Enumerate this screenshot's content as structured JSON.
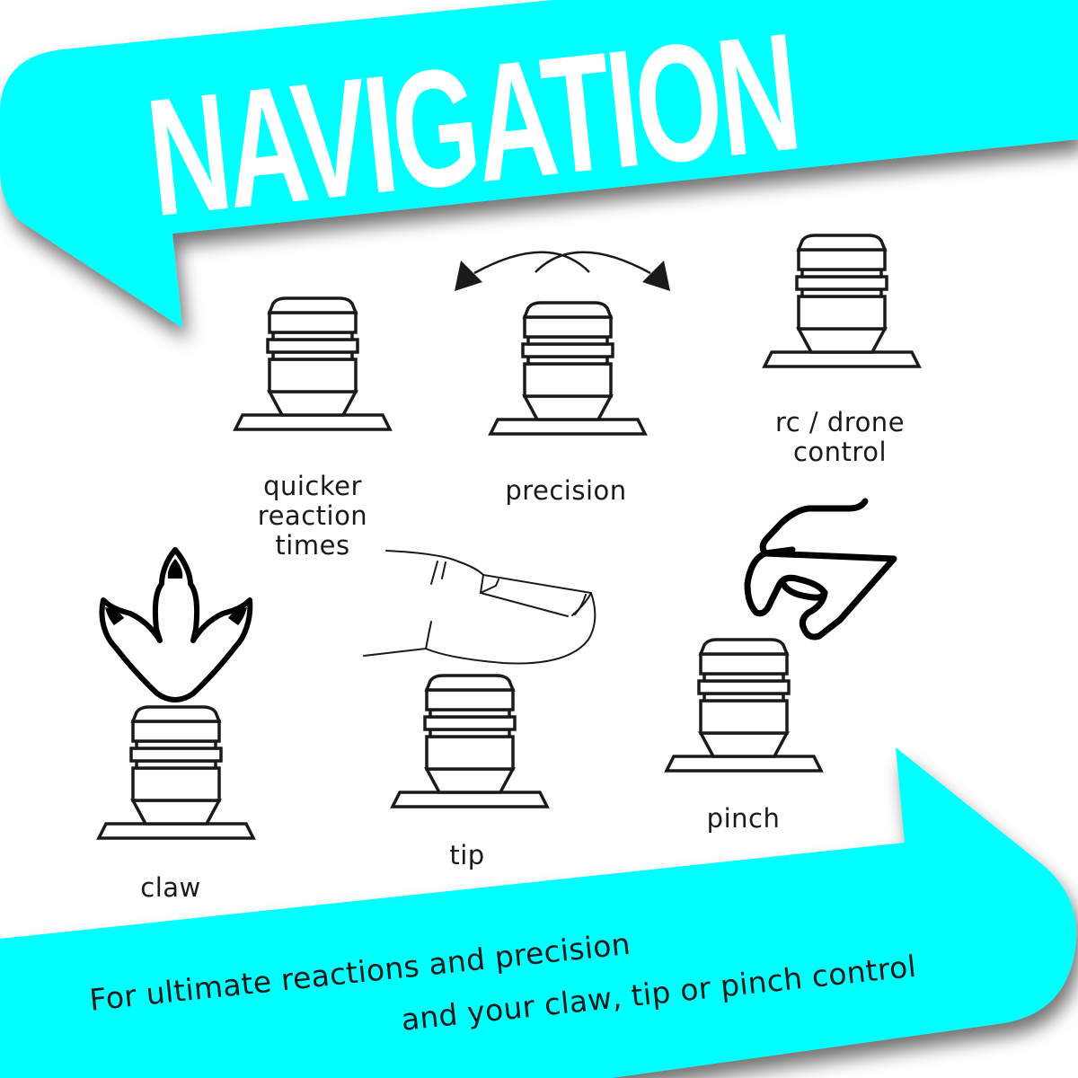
{
  "colors": {
    "banner": "#00FFFF",
    "title_text": "#FFFFFF",
    "line": "#1A1A1A",
    "background": "#FFFFFF"
  },
  "header": {
    "title": "NAVIGATION"
  },
  "grips": [
    {
      "id": "quicker",
      "lines": [
        "quicker",
        "reaction",
        "times"
      ],
      "icon": "thumbstick-icon"
    },
    {
      "id": "precision",
      "lines": [
        "precision"
      ],
      "icon": "thumbstick-icon",
      "extra_icon": "swivel-arrows-icon"
    },
    {
      "id": "rc",
      "lines": [
        "rc / drone",
        "control"
      ],
      "icon": "thumbstick-icon"
    },
    {
      "id": "claw",
      "lines": [
        "claw"
      ],
      "icon": "thumbstick-icon",
      "extra_icon": "claw-footprint-icon"
    },
    {
      "id": "tip",
      "lines": [
        "tip"
      ],
      "icon": "thumbstick-icon",
      "extra_icon": "fingertip-icon"
    },
    {
      "id": "pinch",
      "lines": [
        "pinch"
      ],
      "icon": "thumbstick-icon",
      "extra_icon": "pinching-hand-icon"
    }
  ],
  "footer": {
    "line1": "For ultimate reactions and precision",
    "line2": "and your claw, tip or pinch control"
  }
}
